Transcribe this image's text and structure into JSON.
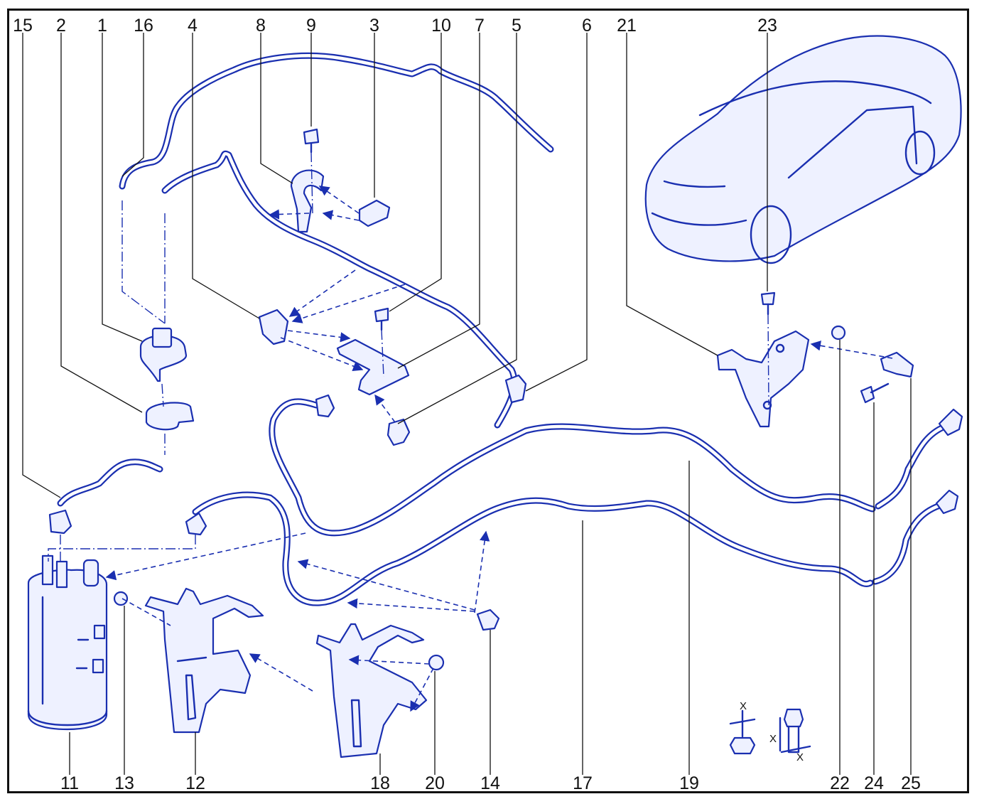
{
  "callouts": [
    {
      "id": "c15",
      "label": "15"
    },
    {
      "id": "c2",
      "label": "2"
    },
    {
      "id": "c1",
      "label": "1"
    },
    {
      "id": "c16",
      "label": "16"
    },
    {
      "id": "c4",
      "label": "4"
    },
    {
      "id": "c8",
      "label": "8"
    },
    {
      "id": "c9",
      "label": "9"
    },
    {
      "id": "c3",
      "label": "3"
    },
    {
      "id": "c10",
      "label": "10"
    },
    {
      "id": "c7",
      "label": "7"
    },
    {
      "id": "c5",
      "label": "5"
    },
    {
      "id": "c6",
      "label": "6"
    },
    {
      "id": "c21",
      "label": "21"
    },
    {
      "id": "c23",
      "label": "23"
    },
    {
      "id": "c11",
      "label": "11"
    },
    {
      "id": "c13",
      "label": "13"
    },
    {
      "id": "c12",
      "label": "12"
    },
    {
      "id": "c18",
      "label": "18"
    },
    {
      "id": "c20",
      "label": "20"
    },
    {
      "id": "c14",
      "label": "14"
    },
    {
      "id": "c17",
      "label": "17"
    },
    {
      "id": "c19",
      "label": "19"
    },
    {
      "id": "c22",
      "label": "22"
    },
    {
      "id": "c24",
      "label": "24"
    },
    {
      "id": "c25",
      "label": "25"
    }
  ],
  "dimension_marks": {
    "x_nut": "X",
    "x_bolt_side": "X",
    "x_bolt_bottom": "X"
  },
  "colors": {
    "line": "#1a2fb0",
    "fill": "#eef1ff",
    "text": "#111111"
  }
}
